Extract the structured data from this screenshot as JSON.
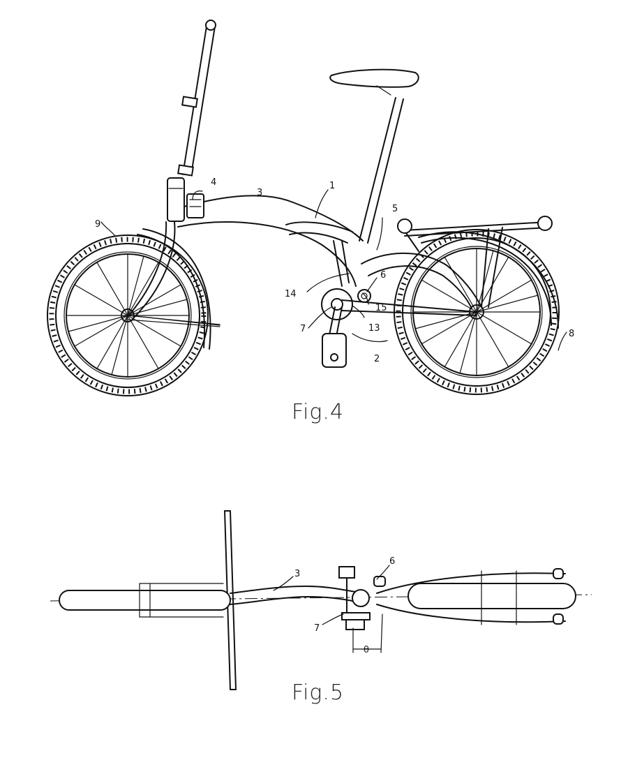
{
  "figures": [
    {
      "caption": "Fig.4",
      "labels": [
        "1",
        "2",
        "3",
        "4",
        "5",
        "6",
        "7",
        "8",
        "9",
        "13",
        "14",
        "15"
      ]
    },
    {
      "caption": "Fig.5",
      "labels": [
        "3",
        "6",
        "7",
        "θ"
      ]
    }
  ]
}
